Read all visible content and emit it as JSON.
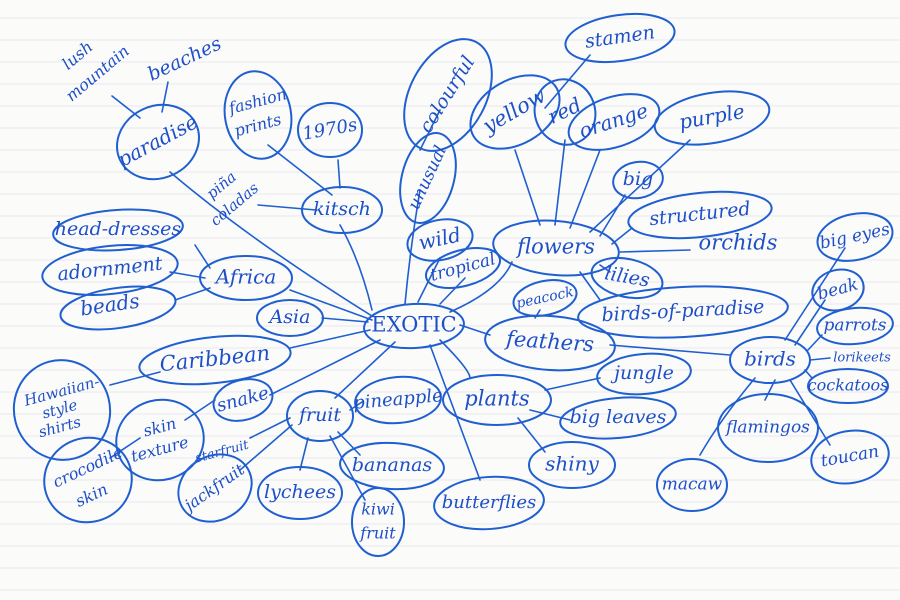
{
  "ink_color": "#1f5fd0",
  "paper_color": "#fbfbfa",
  "center": "EXOTIC",
  "nodes": {
    "paradise": "paradise",
    "lush": "lush",
    "mountain": "mountain",
    "beaches": "beaches",
    "fashion_prints": [
      "fashion",
      "prints"
    ],
    "seventies": "1970s",
    "pina_coladas": [
      "piña",
      "coladas"
    ],
    "kitsch": "kitsch",
    "colourful": "colourful",
    "unusual": "unusual",
    "yellow": "yellow",
    "stamen": "stamen",
    "red": "red",
    "orange": "orange",
    "purple": "purple",
    "big_flower": "big",
    "structured": "structured",
    "orchids": "orchids",
    "flowers": "flowers",
    "lilies": "lilies",
    "wild": "wild",
    "tropical": "tropical",
    "head_dresses": "head-dresses",
    "adornment": "adornment",
    "beads": "beads",
    "africa": "Africa",
    "asia": "Asia",
    "caribbean": "Caribbean",
    "hawaiian_shirts": [
      "Hawaiian-",
      "style",
      "shirts"
    ],
    "snake": "snake",
    "snake_skin_texture": [
      "skin",
      "texture"
    ],
    "crocodile_skin": [
      "crocodile",
      "skin"
    ],
    "starfruit": "starfruit",
    "jackfruit": "jackfruit",
    "fruit": "fruit",
    "pineapple": "pineapple",
    "bananas": "bananas",
    "lychees": "lychees",
    "kiwi_fruit": [
      "kiwi",
      "fruit"
    ],
    "butterflies": "butterflies",
    "peacock": "peacock",
    "birds_of_paradise": "birds-of-paradise",
    "feathers": "feathers",
    "plants": "plants",
    "jungle": "jungle",
    "big_leaves": "big leaves",
    "shiny": "shiny",
    "birds": "birds",
    "big_eyes": "big eyes",
    "beak": "beak",
    "parrots": "parrots",
    "lorikeets": "lorikeets",
    "cockatoos": "cockatoos",
    "flamingos": "flamingos",
    "toucan": "toucan",
    "macaw": "macaw"
  }
}
